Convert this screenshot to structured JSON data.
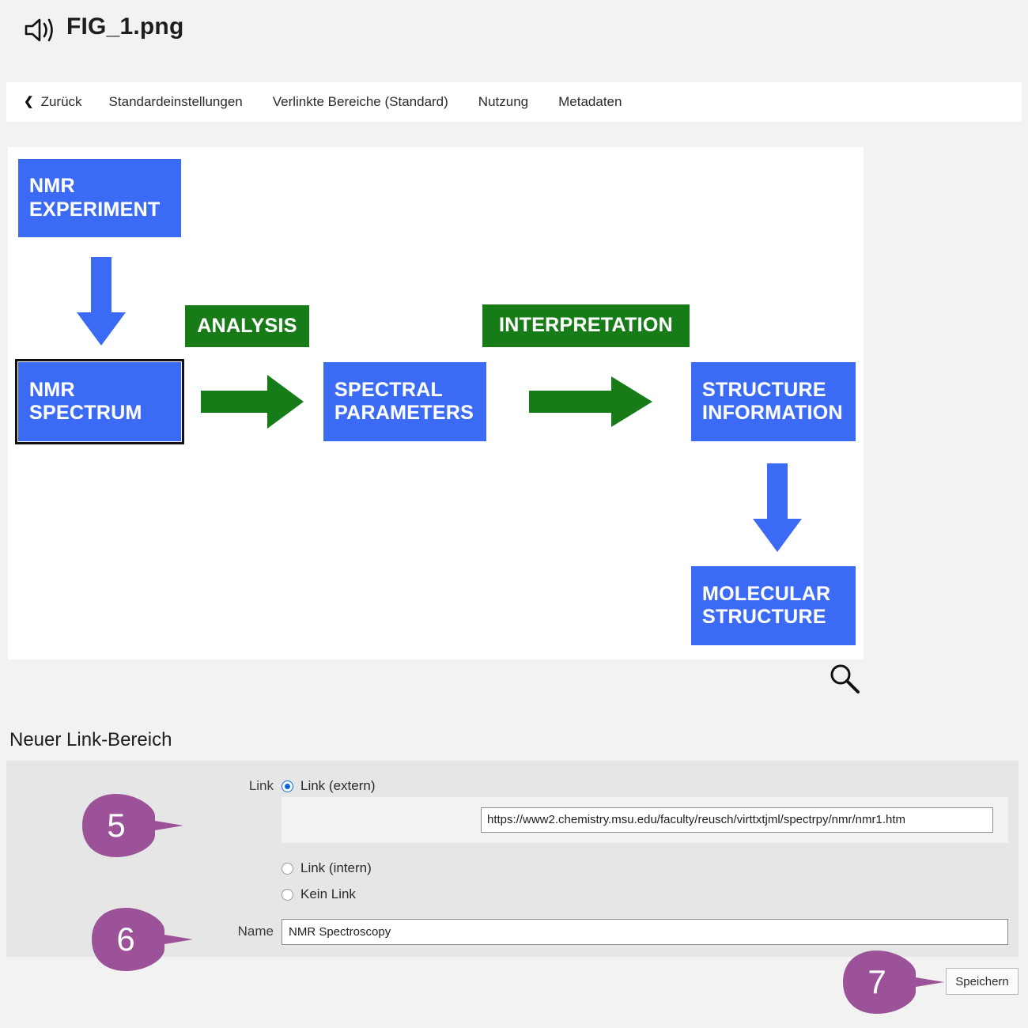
{
  "header": {
    "icon": "speaker-icon",
    "title": "FIG_1.png"
  },
  "navbar": {
    "items": [
      {
        "label": "Zurück",
        "icon": "chevron-left-icon",
        "has_chevron": true
      },
      {
        "label": "Standardeinstellungen",
        "has_chevron": false
      },
      {
        "label": "Verlinkte Bereiche (Standard)",
        "has_chevron": false
      },
      {
        "label": "Nutzung",
        "has_chevron": false
      },
      {
        "label": "Metadaten",
        "has_chevron": false
      }
    ]
  },
  "image_panel": {
    "zoom_icon": "magnifier-icon",
    "diagram": {
      "colors": {
        "blue": "#3b6bf5",
        "green": "#177b17",
        "selected_outline": "#111111"
      },
      "nodes": [
        {
          "id": "experiment",
          "lines": [
            "NMR",
            "EXPERIMENT"
          ],
          "color": "blue",
          "selected": false
        },
        {
          "id": "spectrum",
          "lines": [
            "NMR",
            "SPECTRUM"
          ],
          "color": "blue",
          "selected": true
        },
        {
          "id": "analysis",
          "lines": [
            "ANALYSIS"
          ],
          "color": "green",
          "selected": false
        },
        {
          "id": "params",
          "lines": [
            "SPECTRAL",
            "PARAMETERS"
          ],
          "color": "blue",
          "selected": false
        },
        {
          "id": "interpretation",
          "lines": [
            "INTERPRETATION"
          ],
          "color": "green",
          "selected": false
        },
        {
          "id": "structinfo",
          "lines": [
            "STRUCTURE",
            "INFORMATION"
          ],
          "color": "blue",
          "selected": false
        },
        {
          "id": "molecule",
          "lines": [
            "MOLECULAR",
            "STRUCTURE"
          ],
          "color": "blue",
          "selected": false
        }
      ],
      "arrows": [
        {
          "id": "experiment-to-spectrum",
          "direction": "down",
          "color": "#3b6bf5"
        },
        {
          "id": "spectrum-to-params",
          "direction": "right",
          "color": "#177b17"
        },
        {
          "id": "params-to-structinfo",
          "direction": "right",
          "color": "#177b17"
        },
        {
          "id": "structinfo-to-molecule",
          "direction": "down",
          "color": "#3b6bf5"
        }
      ]
    }
  },
  "section": {
    "title": "Neuer Link-Bereich"
  },
  "form": {
    "link_label": "Link",
    "name_label": "Name",
    "radios": [
      {
        "id": "extern",
        "label": "Link (extern)",
        "checked": true
      },
      {
        "id": "intern",
        "label": "Link (intern)",
        "checked": false
      },
      {
        "id": "kein",
        "label": "Kein Link",
        "checked": false
      }
    ],
    "url_value": "https://www2.chemistry.msu.edu/faculty/reusch/virttxtjml/spectrpy/nmr/nmr1.htm",
    "name_value": "NMR Spectroscopy",
    "save_label": "Speichern"
  },
  "callouts": [
    {
      "number": "5",
      "color": "#9c5298"
    },
    {
      "number": "6",
      "color": "#9c5298"
    },
    {
      "number": "7",
      "color": "#9c5298"
    }
  ]
}
